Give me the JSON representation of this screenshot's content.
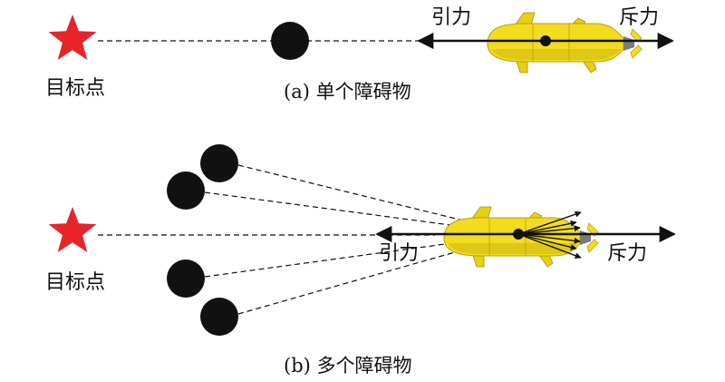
{
  "panel_a": {
    "target_label": "目标点",
    "attraction_label": "引力",
    "repulsion_label": "斥力",
    "caption": "(a) 单个障碍物"
  },
  "panel_b": {
    "target_label": "目标点",
    "attraction_label": "引力",
    "repulsion_label": "斥力",
    "caption": "(b) 多个障碍物"
  },
  "colors": {
    "target": "#e8232a",
    "obstacle": "#111111",
    "vehicle": "#f2dc1e",
    "vehicle_shade": "#c9b30e",
    "arrow": "#111111"
  }
}
